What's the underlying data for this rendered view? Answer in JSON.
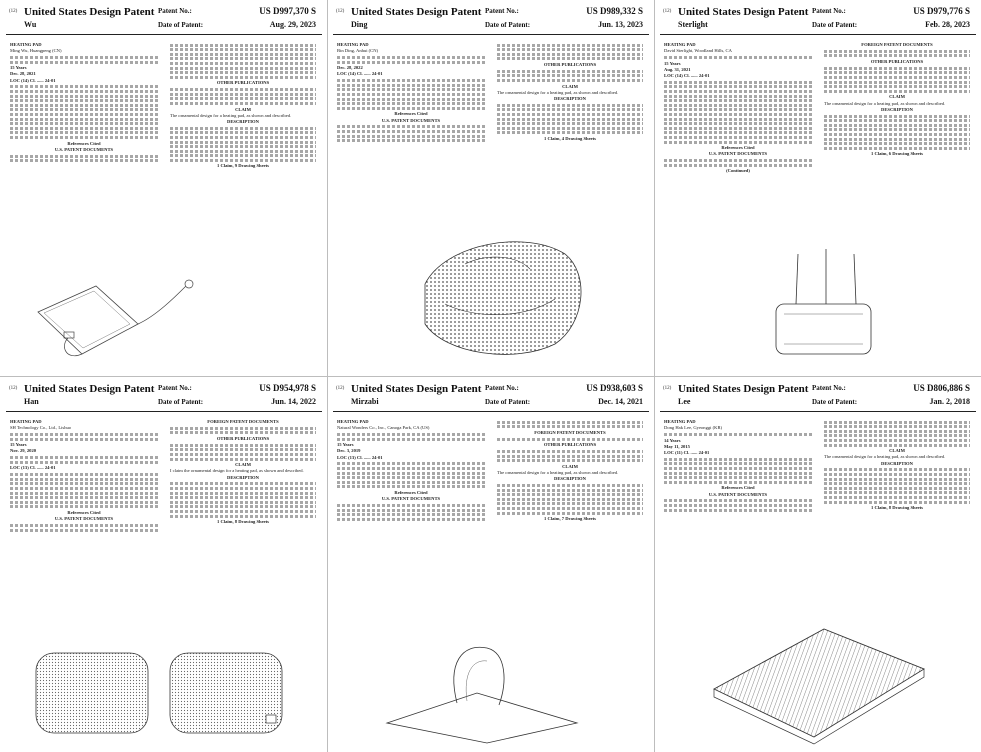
{
  "pages": [
    {
      "title": "United States Design Patent",
      "inventor": "Wu",
      "patent_no_label": "Patent No.:",
      "patent_no": "US D997,370 S",
      "date_label": "Date of Patent:",
      "date": "Aug. 29, 2023",
      "claim": "The ornamental design for a heating pad, as shown and described.",
      "sheets": "1 Claim, 9 Drawing Sheets",
      "fields": {
        "type": "HEATING PAD",
        "applicant": "Ming Wu, Huangpeng (CN)",
        "term": "15 Years",
        "filed": "Dec. 28, 2021",
        "loc": "LOC (14) Cl. ...... 24-01"
      }
    },
    {
      "title": "United States Design Patent",
      "inventor": "Ding",
      "patent_no_label": "Patent No.:",
      "patent_no": "US D989,332 S",
      "date_label": "Date of Patent:",
      "date": "Jun. 13, 2023",
      "claim": "The ornamental design for a heating pad, as shown and described.",
      "sheets": "1 Claim, 4 Drawing Sheets",
      "fields": {
        "type": "HEATING PAD",
        "applicant": "Bin Ding, Anhui (CN)",
        "filed": "Dec. 28, 2022",
        "loc": "LOC (14) Cl. ...... 24-01"
      }
    },
    {
      "title": "United States Design Patent",
      "inventor": "Sterlight",
      "patent_no_label": "Patent No.:",
      "patent_no": "US D979,776 S",
      "date_label": "Date of Patent:",
      "date": "Feb. 28, 2023",
      "claim": "The ornamental design for a heating pad, as shown and described.",
      "sheets": "1 Claim, 6 Drawing Sheets",
      "fields": {
        "type": "HEATING PAD",
        "applicant": "David Sterlight, Woodland Hills, CA",
        "term": "15 Years",
        "filed": "Aug. 31, 2021",
        "loc": "LOC (14) Cl. ...... 24-01"
      }
    },
    {
      "title": "United States Design Patent",
      "inventor": "Han",
      "patent_no_label": "Patent No.:",
      "patent_no": "US D954,978 S",
      "date_label": "Date of Patent:",
      "date": "Jun. 14, 2022",
      "claim": "I claim the ornamental design for a heating pad, as shown and described.",
      "sheets": "1 Claim, 8 Drawing Sheets",
      "fields": {
        "type": "HEATING PAD",
        "applicant": "SH Technology Co., Ltd., Lishuo",
        "term": "15 Years",
        "filed": "Nov. 29, 2020",
        "loc": "LOC (13) Cl. ...... 24-01"
      }
    },
    {
      "title": "United States Design Patent",
      "inventor": "Mirzabi",
      "patent_no_label": "Patent No.:",
      "patent_no": "US D938,603 S",
      "date_label": "Date of Patent:",
      "date": "Dec. 14, 2021",
      "claim": "The ornamental design for a heating pad, as shown and described.",
      "sheets": "1 Claim, 7 Drawing Sheets",
      "fields": {
        "type": "HEATING PAD",
        "applicant": "Natural Wonders Co., Inc., Canoga Park, CA (US)",
        "term": "15 Years",
        "filed": "Dec. 3, 2019",
        "loc": "LOC (13) Cl. ...... 24-01"
      }
    },
    {
      "title": "United States Design Patent",
      "inventor": "Lee",
      "patent_no_label": "Patent No.:",
      "patent_no": "US D806,886 S",
      "date_label": "Date of Patent:",
      "date": "Jan. 2, 2018",
      "claim": "The ornamental design for a heating pad, as shown and described.",
      "sheets": "1 Claim, 8 Drawing Sheets",
      "fields": {
        "type": "HEATING PAD",
        "applicant": "Dong Hak Lee, Gyeonggi (KR)",
        "term": "14 Years",
        "filed": "May 11, 2015",
        "loc": "LOC (11) Cl. ...... 24-01"
      }
    }
  ],
  "labels": {
    "claim_heading": "CLAIM",
    "description_heading": "DESCRIPTION",
    "other_pubs": "OTHER PUBLICATIONS",
    "refs_cited": "References Cited",
    "us_docs": "U.S. PATENT DOCUMENTS",
    "foreign_docs": "FOREIGN PATENT DOCUMENTS",
    "continued": "(Continued)"
  }
}
